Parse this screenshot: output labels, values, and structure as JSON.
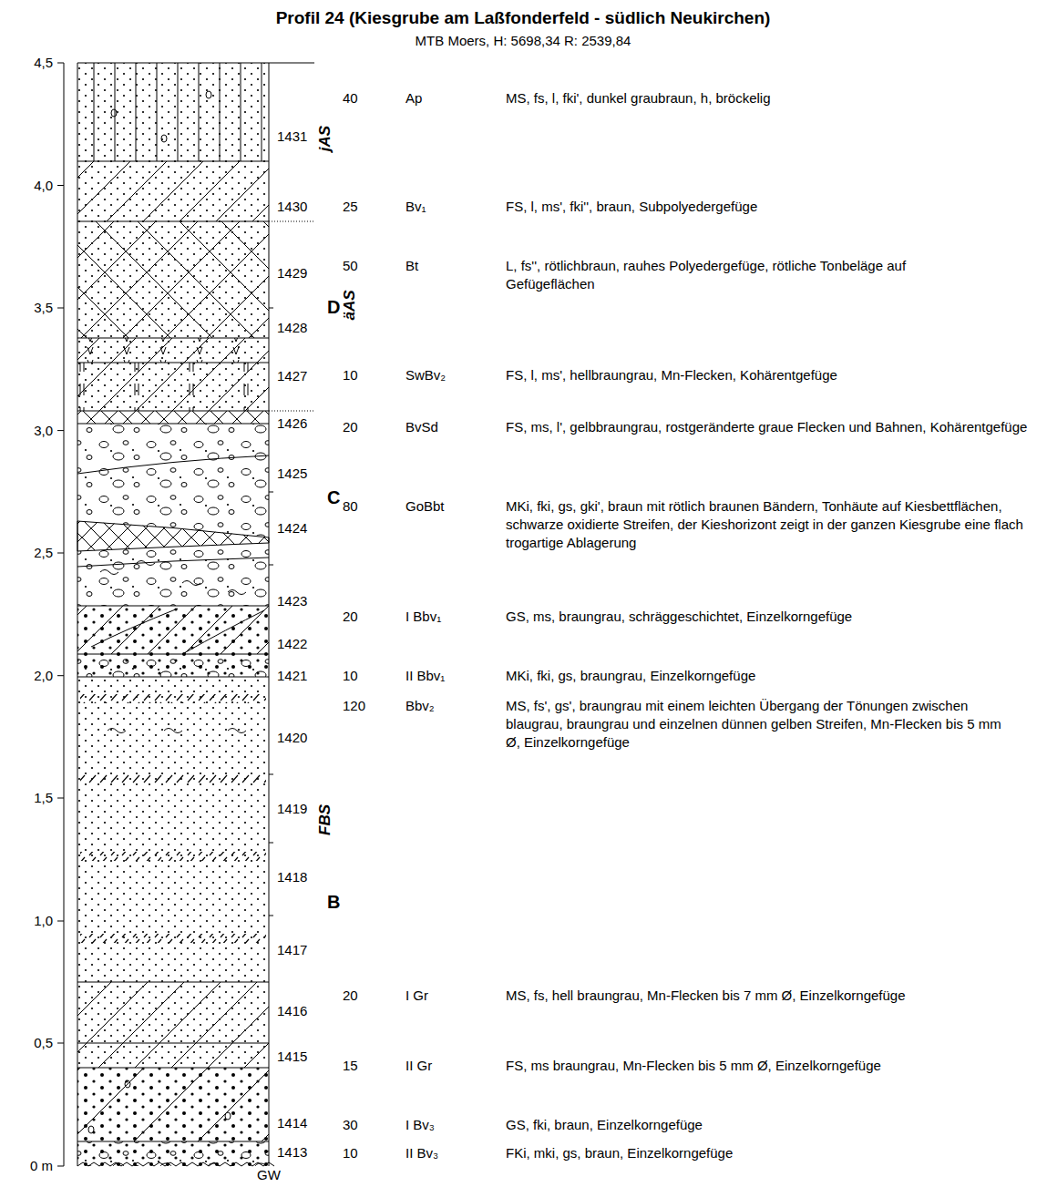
{
  "diagram": {
    "title": "Profil 24 (Kiesgrube am Laßfonderfeld - südlich Neukirchen)",
    "labels": [
      "MTB Moers, H: 5698,34 R: 2539,84",
      "4,5",
      "4,0",
      "3,5",
      "3,0",
      "2,5",
      "2,0",
      "1,5",
      "1,0",
      "0,5",
      "0 m",
      "1431",
      "1430",
      "1429",
      "1428",
      "1427",
      "1426",
      "1425",
      "1424",
      "1423",
      "1422",
      "1421",
      "1420",
      "1419",
      "1418",
      "1417",
      "1416",
      "1415",
      "1414",
      "1413",
      "jAS",
      "äAS",
      "FBS",
      "D",
      "C",
      "B",
      "GW",
      "40",
      "25",
      "50",
      "10",
      "20",
      "80",
      "20",
      "10",
      "120",
      "20",
      "15",
      "30",
      "10",
      "Ap",
      "Bv₁",
      "Bt",
      "SwBv₂",
      "BvSd",
      "GoBbt",
      "I Bbv₁",
      "II Bbv₁",
      "Bbv₂",
      "I Gr",
      "II Gr",
      "I Bv₃",
      "II Bv₃",
      "MS, fs, l, fki', dunkel graubraun, h, bröckelig",
      "FS, l, ms', fki'', braun, Subpolyedergefüge",
      "L, fs'', rötlichbraun, rauhes Polyedergefüge, rötliche Tonbeläge auf Gefügeflächen",
      "FS, l, ms', hellbraungrau, Mn-Flecken, Kohärentgefüge",
      "FS, ms, l', gelbbraungrau, rostgeränderte graue Flecken und Bahnen, Kohärentgefüge",
      "MKi, fki, gs, gki', braun mit rötlich braunen Bändern, Tonhäute auf Kiesbettflächen, schwarze oxidierte Streifen, der Kieshorizont zeigt in der ganzen Kiesgrube eine flach trogartige Ablagerung",
      "GS, ms, braungrau, schräggeschichtet, Einzelkorngefüge",
      "MKi, fki, gs, braungrau, Einzelkorngefüge",
      "MS, fs', gs', braungrau mit einem leichten Übergang der Tönungen zwischen blaugrau, braungrau und einzelnen dünnen gelben Streifen, Mn-Flecken bis 5 mm Ø, Einzelkorngefüge",
      "MS, fs, hell braungrau, Mn-Flecken bis 7 mm Ø, Einzelkorngefüge",
      "FS, ms braungrau, Mn-Flecken bis 5 mm Ø, Einzelkorngefüge",
      "GS, fki, braun, Einzelkorngefüge",
      "FKi, mki, gs, braun, Einzelkorngefüge"
    ]
  }
}
